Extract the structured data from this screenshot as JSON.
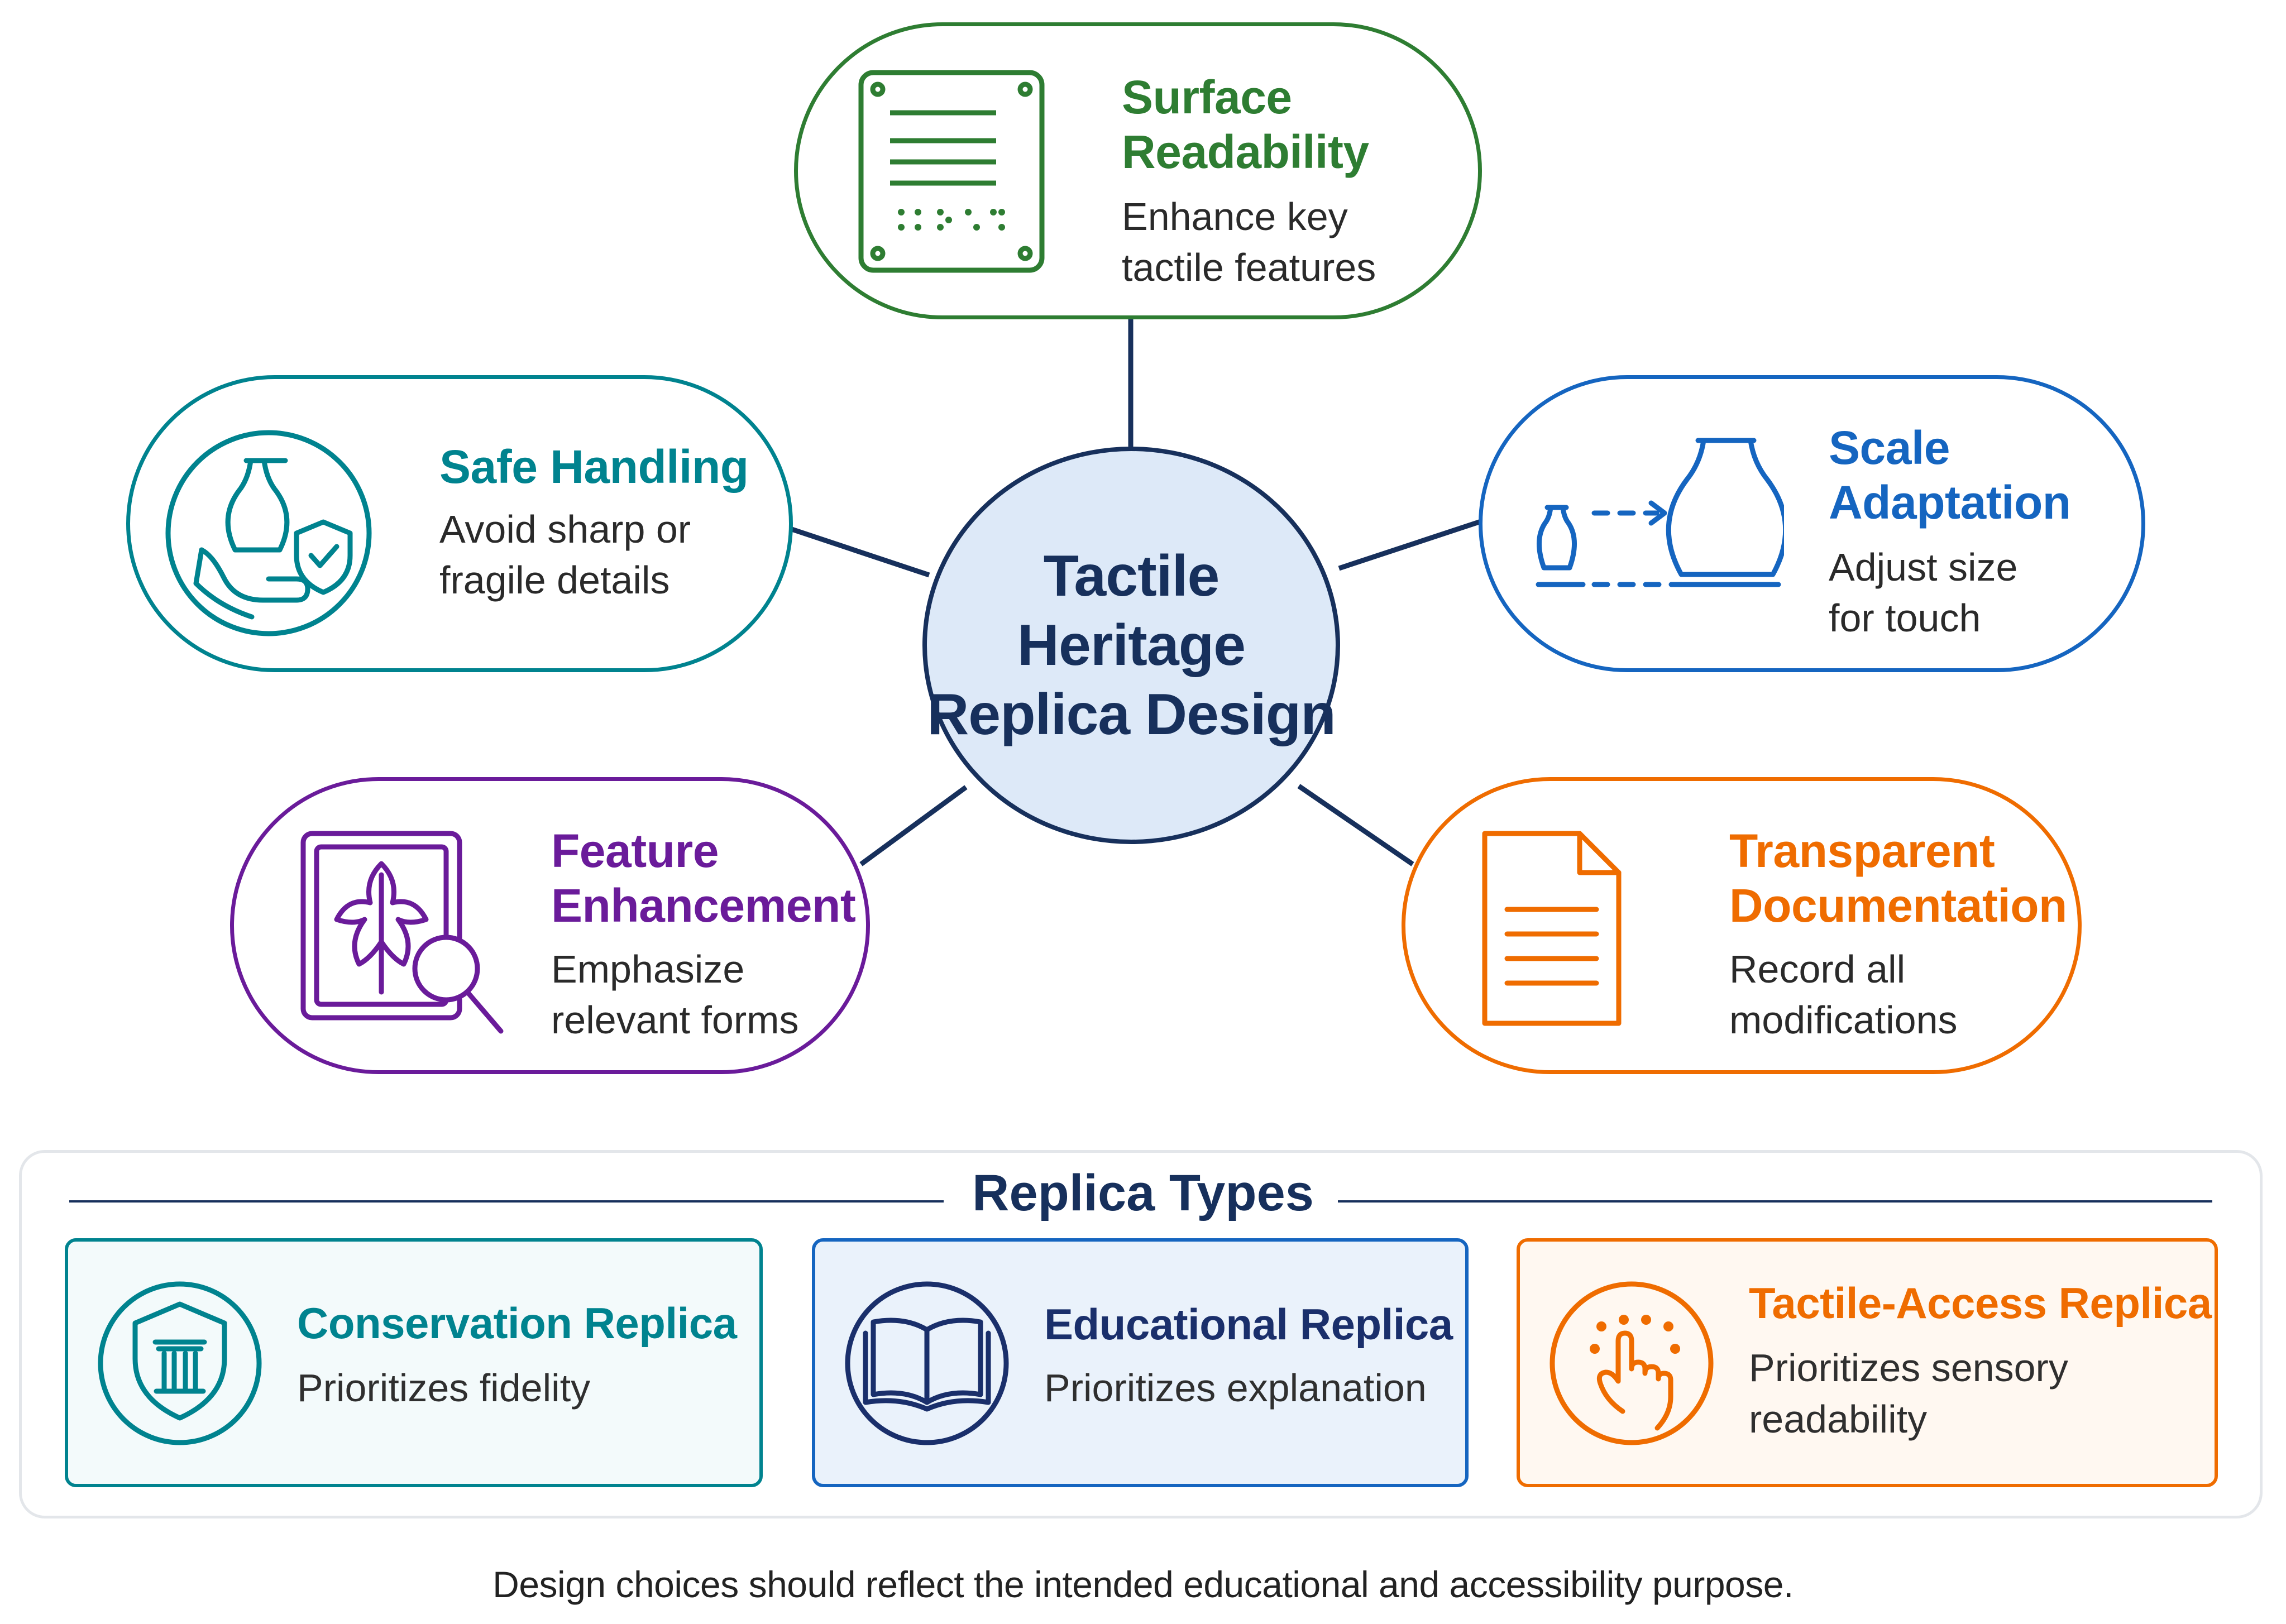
{
  "diagram": {
    "center": {
      "title": "Tactile\nHeritage\nReplica Design"
    },
    "nodes": [
      {
        "title": "Surface\nReadability",
        "description": "Enhance key\ntactile features",
        "icon": "braille-plaque-icon",
        "color": "#2e7d32"
      },
      {
        "title": "Safe Handling",
        "description": "Avoid sharp or\nfragile details",
        "icon": "vase-hand-shield-icon",
        "color": "#00838f"
      },
      {
        "title": "Scale\nAdaptation",
        "description": "Adjust size\nfor touch",
        "icon": "vase-scale-icon",
        "color": "#1565c0"
      },
      {
        "title": "Feature\nEnhancement",
        "description": "Emphasize\nrelevant forms",
        "icon": "leaf-magnifier-icon",
        "color": "#6a1b9a"
      },
      {
        "title": "Transparent\nDocumentation",
        "description": "Record all\nmodifications",
        "icon": "document-icon",
        "color": "#ef6c00"
      }
    ],
    "connector_color": "#17305c",
    "center_fill": "#dde9f8"
  },
  "replica_types": {
    "heading": "Replica Types",
    "cards": [
      {
        "title": "Conservation Replica",
        "description": "Prioritizes fidelity",
        "icon": "column-shield-icon",
        "color": "#00838f",
        "fill": "#f3fafb"
      },
      {
        "title": "Educational Replica",
        "description": "Prioritizes explanation",
        "icon": "open-book-icon",
        "color": "#1a2f6b",
        "fill": "#eaf2fb"
      },
      {
        "title": "Tactile-Access Replica",
        "description": "Prioritizes sensory\nreadability",
        "icon": "touch-hand-icon",
        "color": "#ef6c00",
        "fill": "#fff8f1"
      }
    ]
  },
  "footer": "Design choices should reflect the intended educational and accessibility purpose."
}
